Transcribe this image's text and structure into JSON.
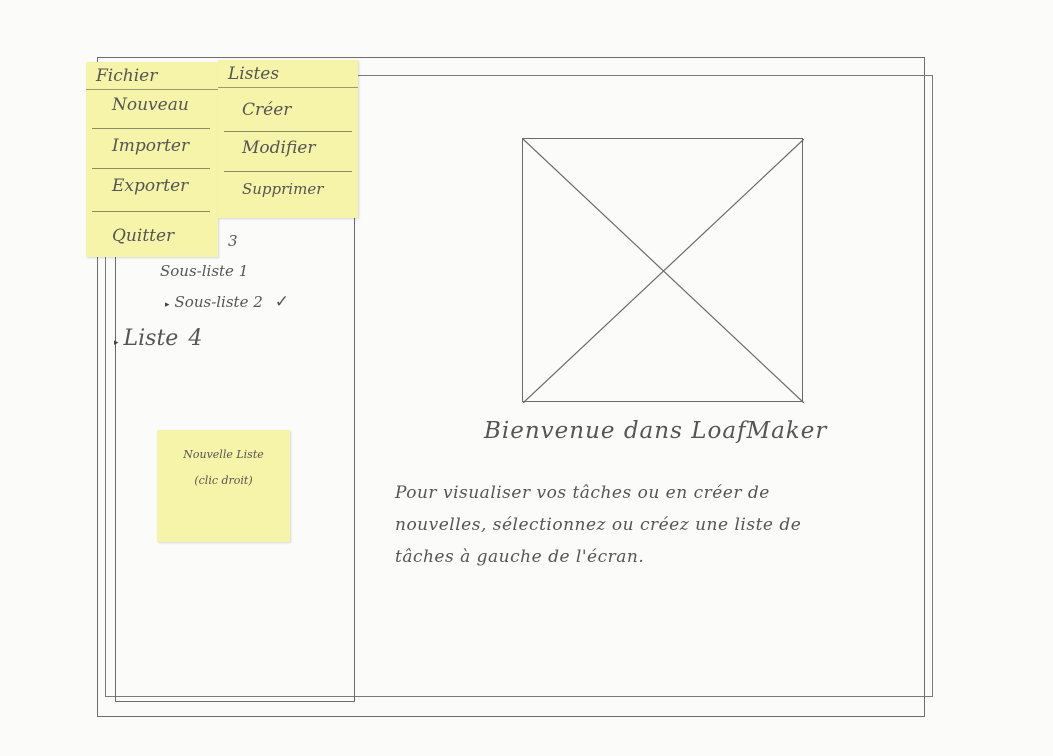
{
  "sidebar": {
    "tree": [
      {
        "label": "3",
        "indent": 1,
        "arrow": false,
        "checked": false
      },
      {
        "label": "Sous-liste 1",
        "indent": 1,
        "arrow": false,
        "checked": false
      },
      {
        "label": "Sous-liste 2",
        "indent": 2,
        "arrow": true,
        "checked": true
      },
      {
        "label": "Liste",
        "number": "4",
        "indent": 0,
        "arrow": true,
        "checked": false
      }
    ],
    "check_glyph": "✓",
    "arrow_glyph": "▸",
    "note": {
      "line1": "Nouvelle Liste",
      "line2": "(clic droit)"
    }
  },
  "menus": {
    "fichier": {
      "title": "Fichier",
      "items": [
        "Nouveau",
        "Importer",
        "Exporter",
        "Quitter"
      ]
    },
    "listes": {
      "title": "Listes",
      "items": [
        "Créer",
        "Modifier",
        "Supprimer"
      ]
    }
  },
  "main": {
    "title": "Bienvenue dans LoafMaker",
    "text": "Pour visualiser vos tâches ou en créer de nouvelles, sélectionnez ou créez une liste de tâches à gauche de l'écran."
  },
  "colors": {
    "sticky": "#f5f4a8",
    "ink": "#555555",
    "paper": "#fbfbf9"
  }
}
